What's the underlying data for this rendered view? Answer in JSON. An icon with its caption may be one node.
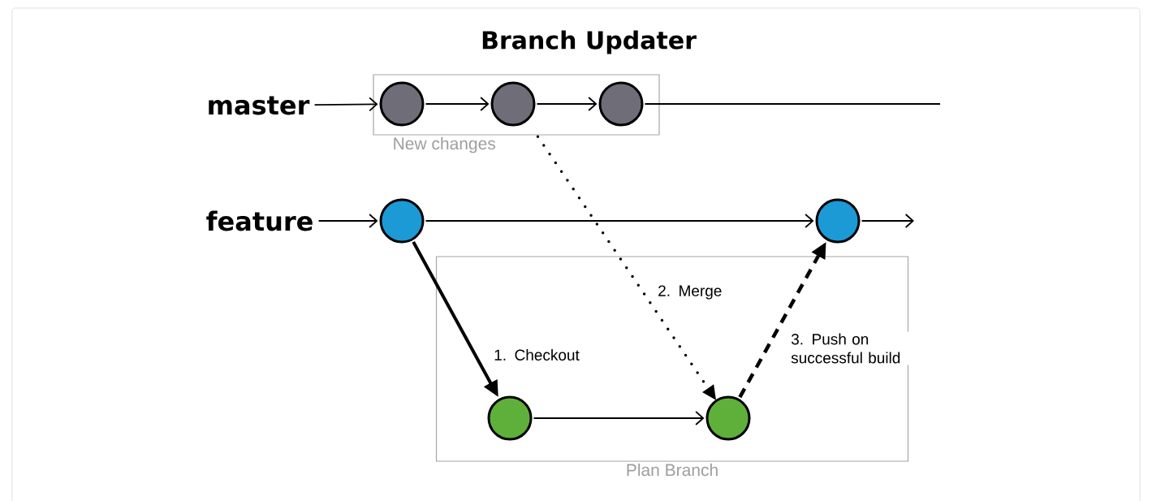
{
  "diagram": {
    "title": "Branch Updater",
    "nodes": [
      {
        "text": [
          "master"
        ]
      },
      {
        "text": [
          "New changes"
        ]
      },
      {
        "text": [],
        "shape": "circle",
        "in": 1
      },
      {
        "text": [],
        "shape": "circle",
        "in": 1
      },
      {
        "text": [],
        "shape": "circle",
        "in": 1
      },
      {
        "text": [
          "feature"
        ]
      },
      {
        "text": [],
        "shape": "circle"
      },
      {
        "text": [],
        "shape": "circle"
      },
      {
        "text": [
          "Plan Branch"
        ]
      },
      {
        "text": [],
        "shape": "circle",
        "in": 8
      },
      {
        "text": [],
        "shape": "circle",
        "in": 8
      }
    ],
    "edges": [
      {
        "from": 0,
        "to": 2,
        "arrow": "to"
      },
      {
        "from": 2,
        "to": 3,
        "arrow": "to"
      },
      {
        "from": 3,
        "to": 4,
        "arrow": "to"
      },
      {
        "from": 4,
        "to": null,
        "arrow": "none"
      },
      {
        "from": 5,
        "to": 6,
        "arrow": "to"
      },
      {
        "from": 6,
        "to": 7,
        "arrow": "to"
      },
      {
        "from": 7,
        "to": null,
        "arrow": "to"
      },
      {
        "from": 6,
        "to": 9,
        "arrow": "to",
        "style": "thick",
        "label": "1. Checkout"
      },
      {
        "from": 9,
        "to": 10,
        "arrow": "to"
      },
      {
        "from": 1,
        "to": 10,
        "arrow": "to",
        "style": "dashed",
        "label": "2. Merge"
      },
      {
        "from": 10,
        "to": 7,
        "arrow": "to",
        "style": "dashed",
        "label": "3. Push on successful build"
      }
    ]
  }
}
